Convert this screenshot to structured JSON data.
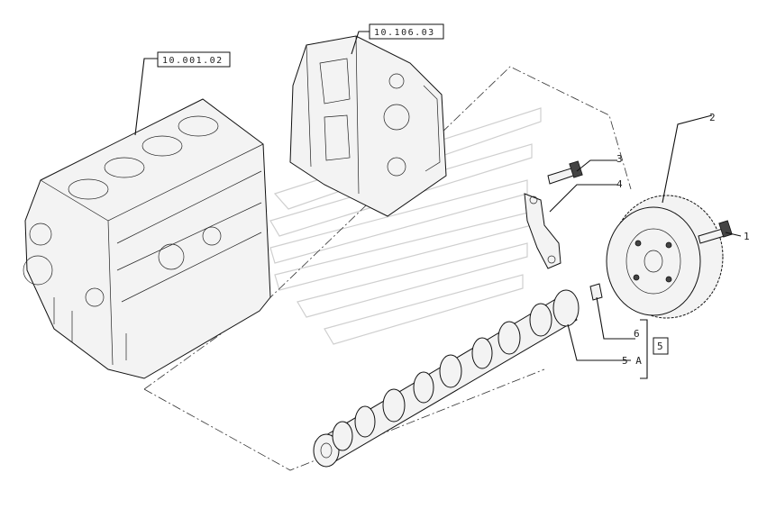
{
  "references": {
    "engine_block": "10.001.02",
    "timing_cover": "10.106.03"
  },
  "callouts": {
    "bolt_gear": "1",
    "camshaft_gear": "2",
    "bolt_plate": "3",
    "thrust_plate": "4",
    "kit_box": "5",
    "pin": "6",
    "camshaft": "5 A"
  }
}
